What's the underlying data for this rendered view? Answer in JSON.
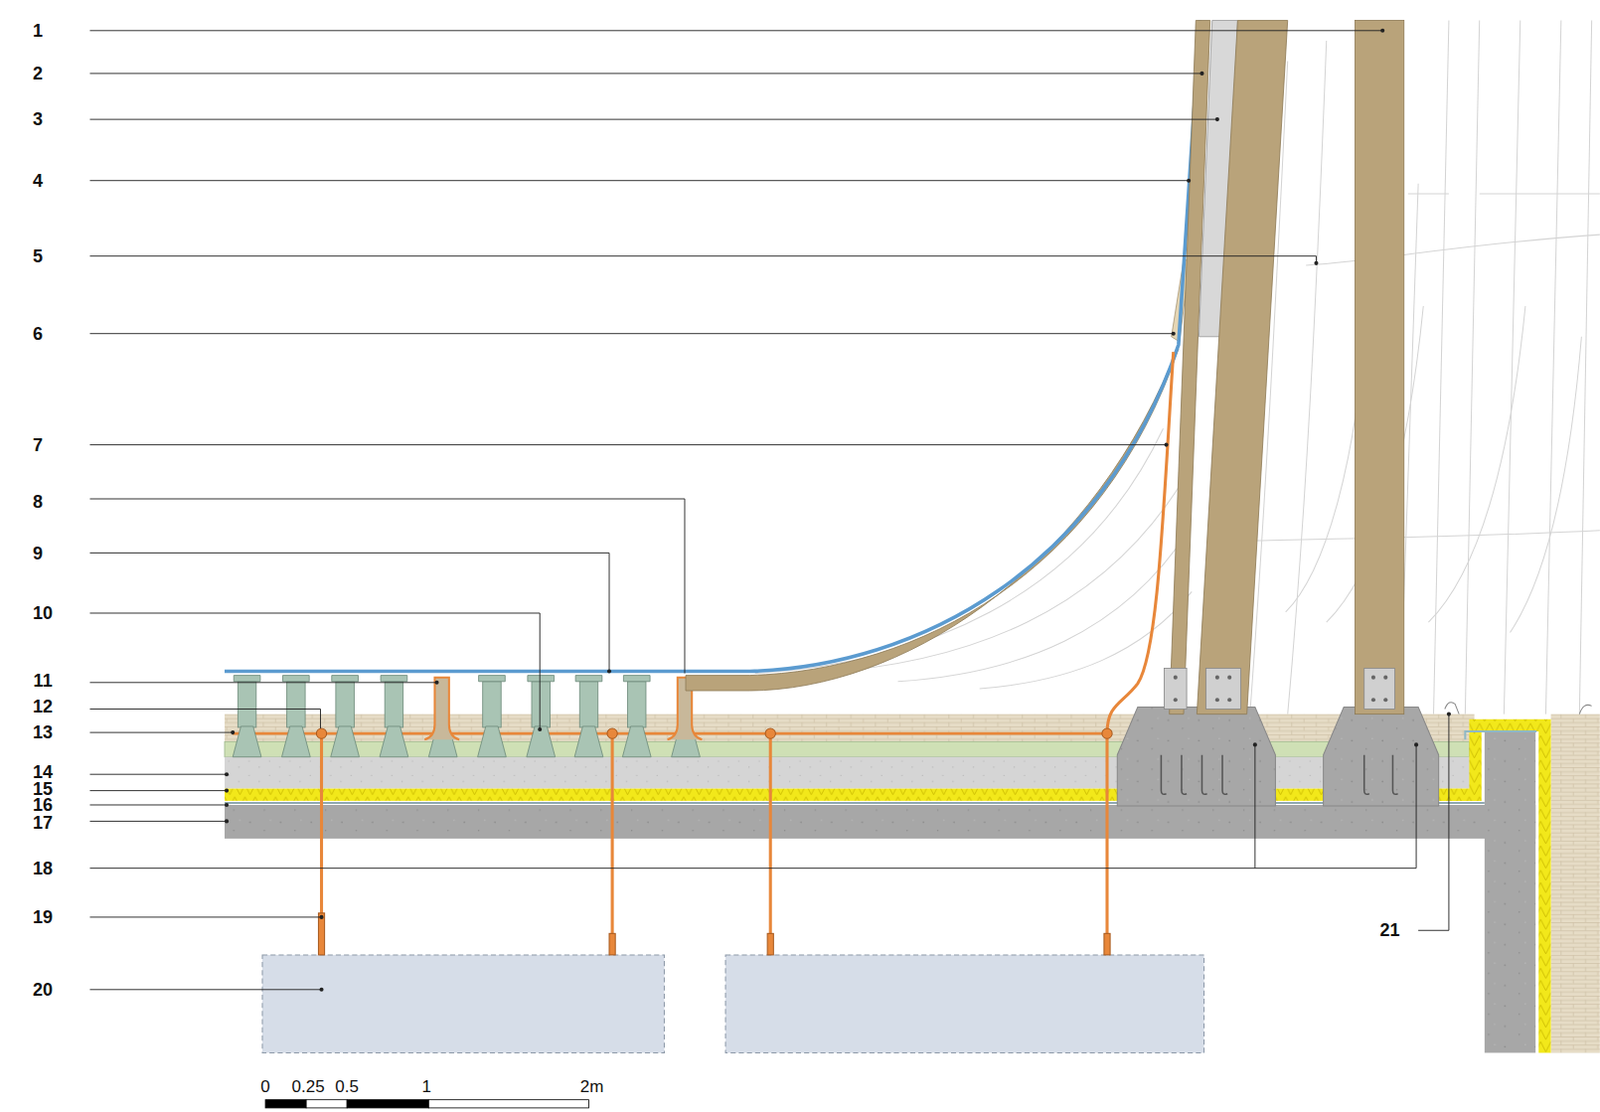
{
  "diagram": {
    "labels": [
      "1",
      "2",
      "3",
      "4",
      "5",
      "6",
      "7",
      "8",
      "9",
      "10",
      "11",
      "12",
      "13",
      "14",
      "15",
      "16",
      "17",
      "18",
      "19",
      "20",
      "21",
      "0",
      "0.25",
      "0.5",
      "1",
      "2m"
    ]
  }
}
